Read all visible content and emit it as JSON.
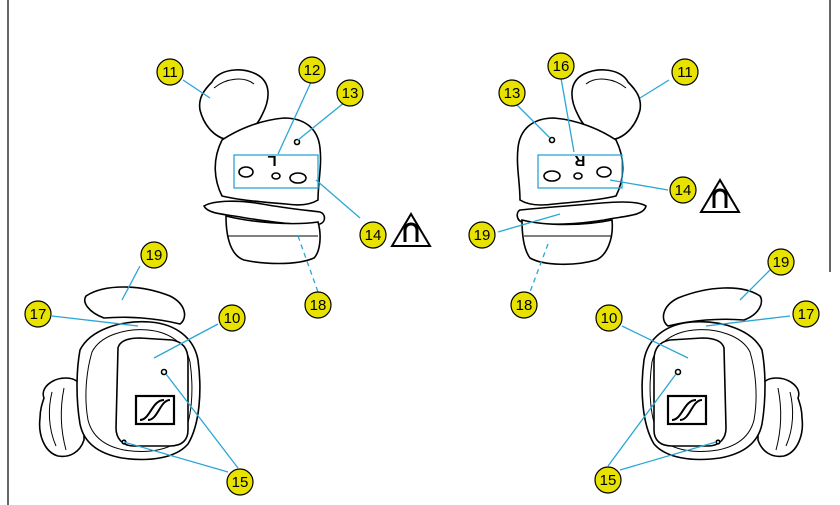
{
  "callouts": {
    "c10": "10",
    "c11": "11",
    "c12": "12",
    "c13": "13",
    "c14": "14",
    "c15": "15",
    "c16": "16",
    "c17": "17",
    "c18": "18",
    "c19": "19"
  },
  "side_markings": {
    "left": "L",
    "right": "R"
  },
  "icons": [
    "magnet-warning-icon",
    "sennheiser-logo-icon"
  ],
  "colors": {
    "leader_line": "#2aa6d6",
    "outline": "#000000",
    "callout_circle": "#e8e200"
  }
}
